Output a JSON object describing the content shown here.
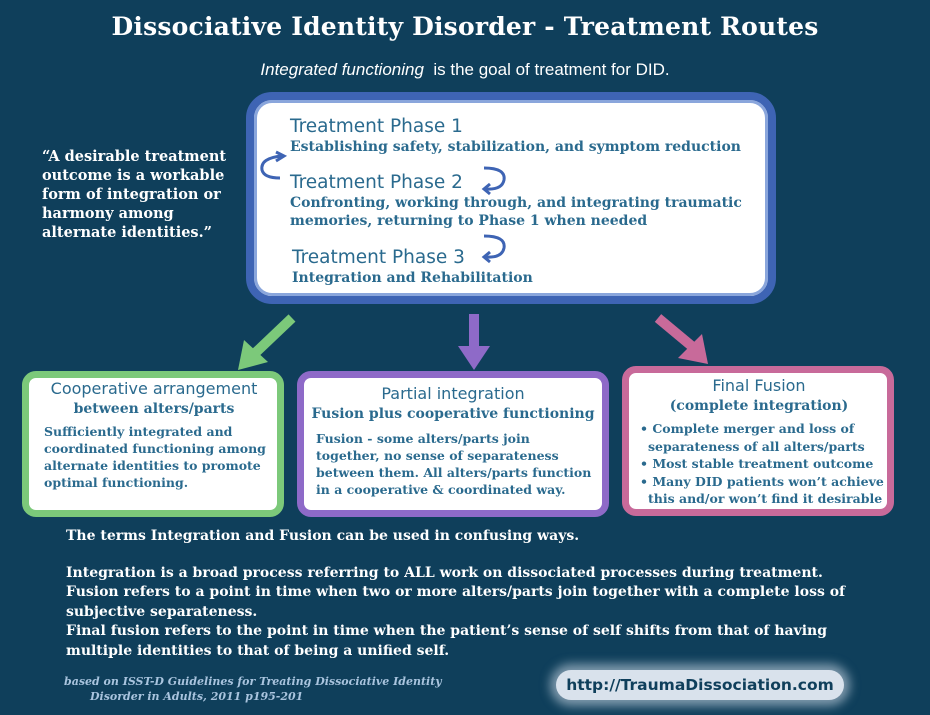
{
  "title": "Dissociative Identity Disorder -  Treatment Routes",
  "goal": {
    "emphasis": "Integrated functioning",
    "rest": "  is the goal of treatment for DID."
  },
  "quote": "“A desirable treatment outcome is a workable form of integration or harmony among alternate identities.”",
  "phases": [
    {
      "title": "Treatment Phase 1",
      "text": "Establishing safety, stabilization, and symptom reduction"
    },
    {
      "title": "Treatment Phase 2",
      "text_line1": "Confronting, working through, and integrating traumatic",
      "text_line2": "memories, returning to Phase 1 when needed"
    },
    {
      "title": "Treatment Phase 3",
      "text": "Integration and Rehabilitation"
    }
  ],
  "outcomes": {
    "cooperative": {
      "heading": "Cooperative arrangement",
      "subheading": "between alters/parts",
      "text": "Sufficiently integrated and coordinated functioning among alternate identities to promote optimal functioning."
    },
    "partial": {
      "heading": "Partial integration",
      "subheading": "Fusion plus cooperative functioning",
      "text": "Fusion - some alters/parts join together, no sense of separateness between them. All alters/parts function in a cooperative & coordinated way."
    },
    "final": {
      "heading": "Final Fusion",
      "subheading": "(complete integration)",
      "bullets": [
        "• Complete merger and loss of",
        "separateness of all alters/parts",
        "• Most stable treatment outcome",
        "• Many DID patients won’t achieve",
        "this and/or won’t find it desirable"
      ]
    }
  },
  "notes": {
    "confusing": "The terms Integration and Fusion can be used in confusing ways.",
    "integration": "Integration is a broad process referring to ALL work on dissociated processes during treatment.",
    "fusion": "Fusion refers to a point in time when two or more alters/parts join together with a complete loss of subjective separateness.",
    "final_fusion": "Final fusion refers to the point in time when the patient’s sense of self shifts from that of having multiple identities to that of being a unified self."
  },
  "source_line1": "based on ISST-D Guidelines for Treating Dissociative Identity",
  "source_line2": "Disorder in Adults, 2011 p195-201",
  "url": "http://TraumaDissociation.com",
  "colors": {
    "background": "#0f3f5b",
    "phases_border": "#3e64b4",
    "green": "#7cc97a",
    "purple": "#8e6ac8",
    "pink": "#c86a9a",
    "text_teal": "#2a6a8e"
  }
}
